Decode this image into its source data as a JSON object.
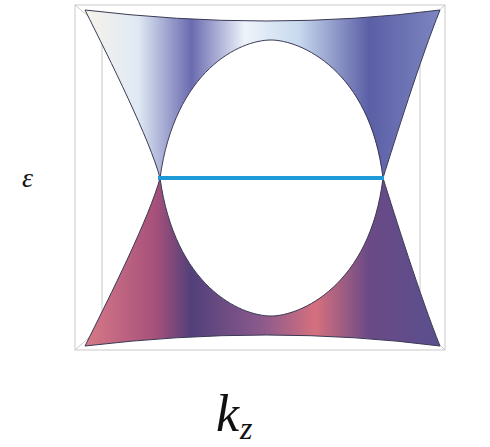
{
  "diagram": {
    "labels": [
      "ε",
      "k",
      "z"
    ]
  }
}
